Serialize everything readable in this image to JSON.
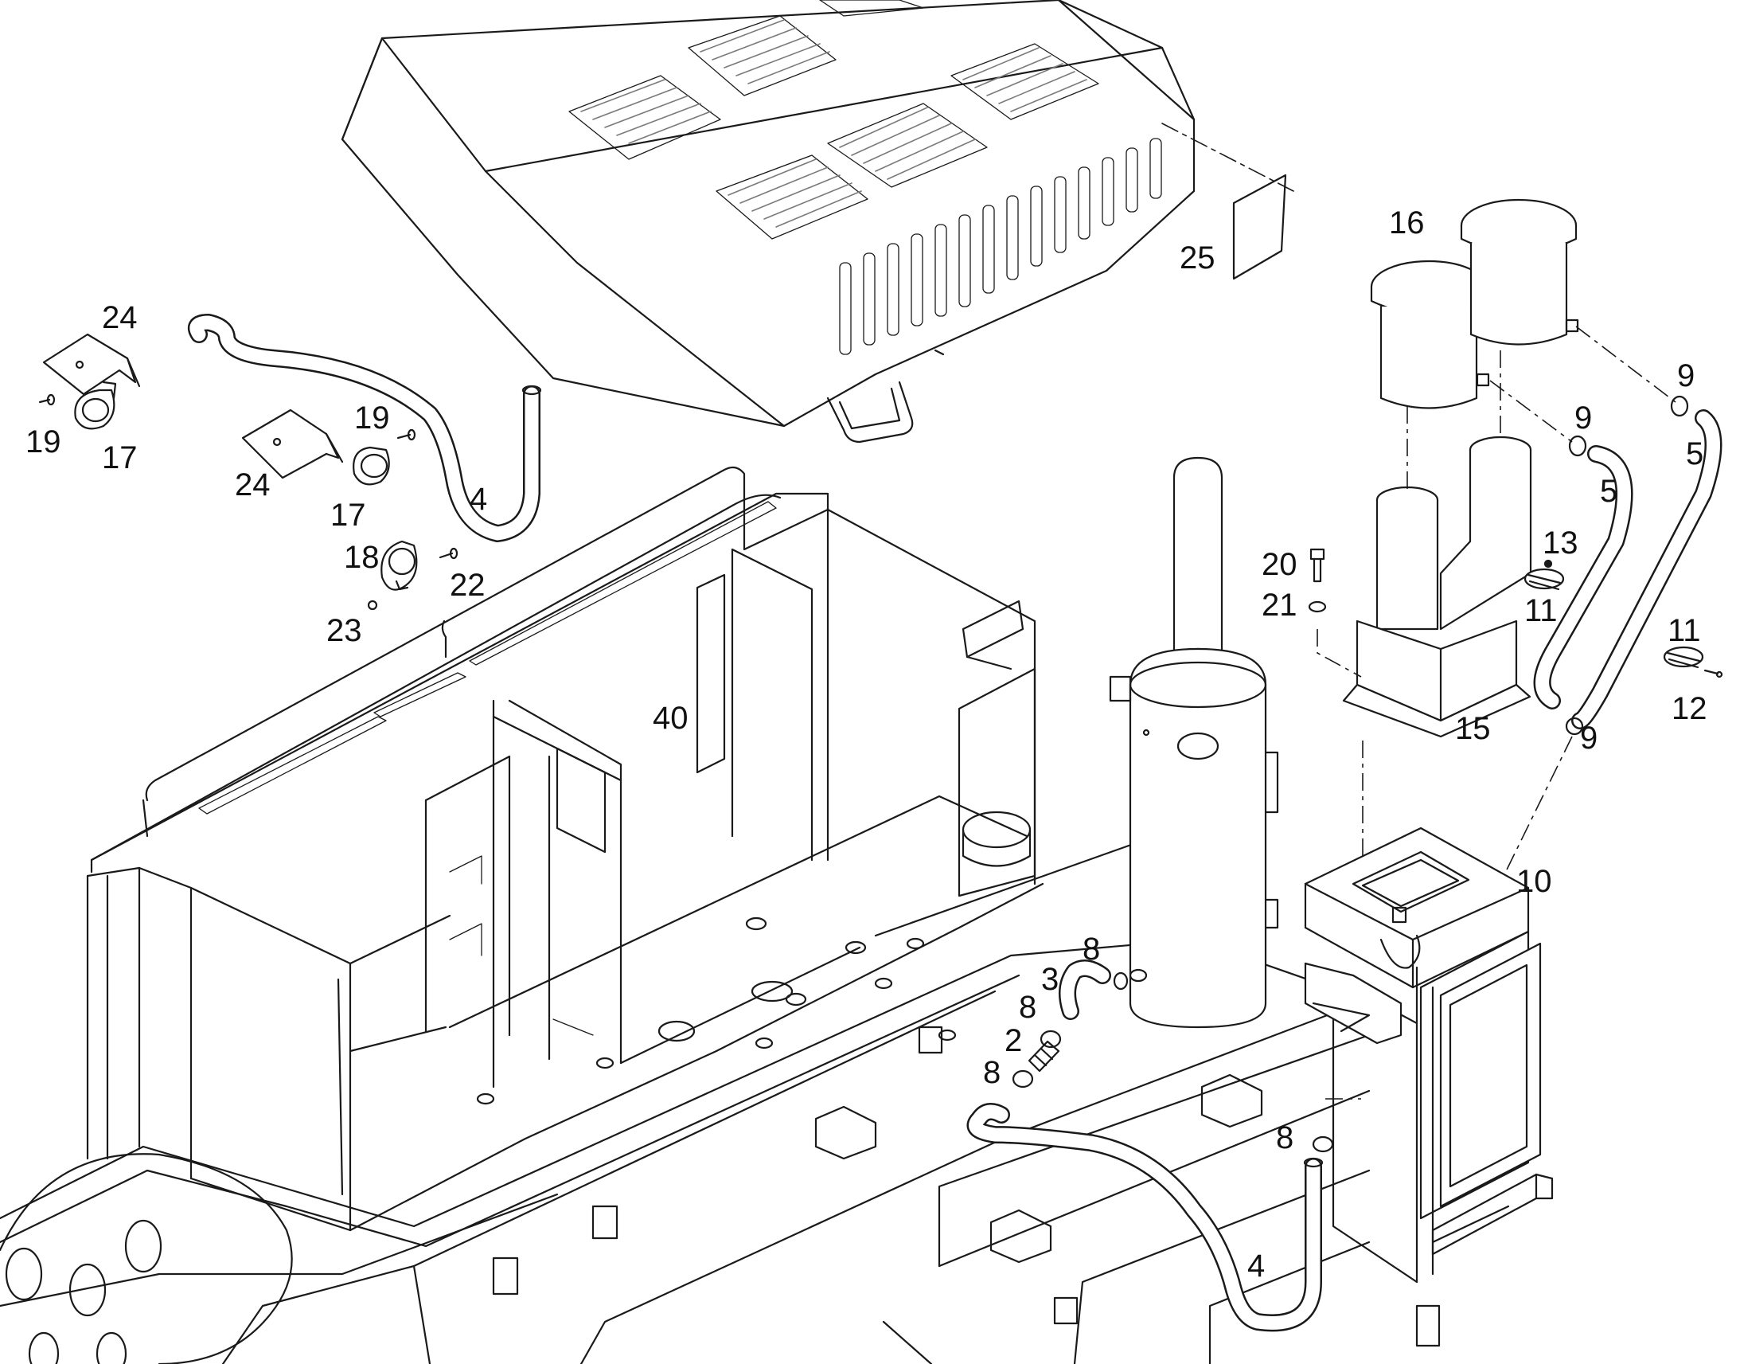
{
  "callouts": {
    "c2": "2",
    "c3": "3",
    "c4a": "4",
    "c4b": "4",
    "c5a": "5",
    "c5b": "5",
    "c8a": "8",
    "c8b": "8",
    "c8c": "8",
    "c8d": "8",
    "c9a": "9",
    "c9b": "9",
    "c9c": "9",
    "c10": "10",
    "c11a": "11",
    "c11b": "11",
    "c12": "12",
    "c13": "13",
    "c15": "15",
    "c16": "16",
    "c17a": "17",
    "c17b": "17",
    "c18": "18",
    "c19a": "19",
    "c19b": "19",
    "c20": "20",
    "c21": "21",
    "c22": "22",
    "c23": "23",
    "c24a": "24",
    "c24b": "24",
    "c25": "25",
    "c40": "40"
  }
}
